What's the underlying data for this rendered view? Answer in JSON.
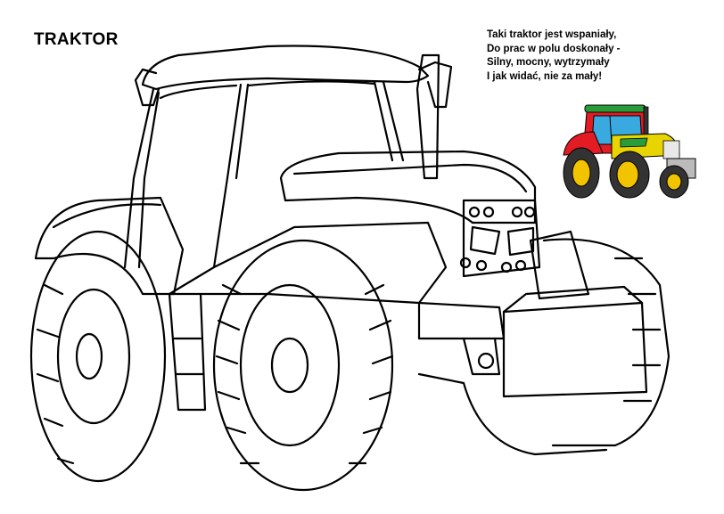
{
  "title": "TRAKTOR",
  "poem": {
    "lines": [
      "Taki traktor jest wspaniały,",
      "Do prac w polu doskonały -",
      "Silny, mocny, wytrzymały",
      "I jak widać, nie za mały!"
    ]
  },
  "illustration": {
    "main_icon": "tractor-outline-icon",
    "preview_icon": "colored-tractor-icon",
    "colors": {
      "line": "#000000",
      "paper": "#ffffff",
      "preview_body": "#e8d400",
      "preview_cab": "#e31b23",
      "preview_trim": "#2a9d3a",
      "preview_window": "#3aa9e0",
      "preview_tire": "#333333",
      "preview_rim": "#f2c400"
    }
  }
}
